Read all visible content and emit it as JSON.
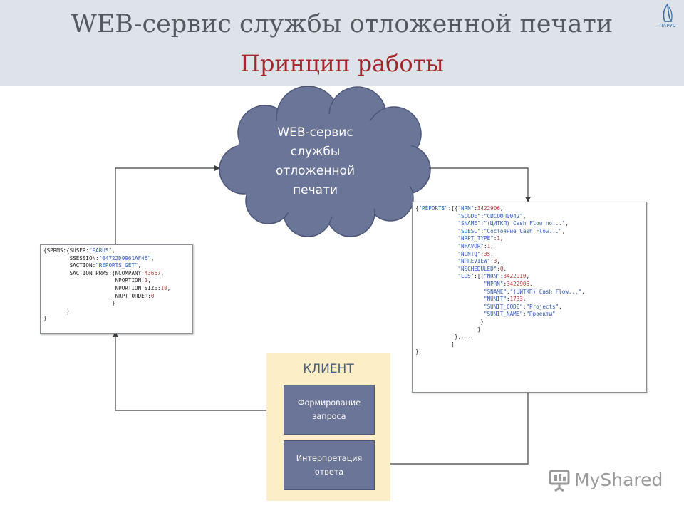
{
  "header": {
    "title": "WEB-сервис службы отложенной печати",
    "subtitle": "Принцип работы",
    "logo_text": "ПАРУС"
  },
  "cloud": {
    "lines": [
      "WEB-сервис",
      "службы",
      "отложенной",
      "печати"
    ]
  },
  "request_box": {
    "lines": [
      "{SPRMS:{SUSER:\"PARUS\",",
      "        SSESSION:\"04722D9961AF46\",",
      "        SACTION:\"REPORTS_GET\",",
      "        SACTION_PRMS:{NCOMPANY:43667,",
      "                      NPORTION:1,",
      "                      NPORTION_SIZE:10,",
      "                      NRPT_ORDER:0",
      "                     }",
      "       }",
      "}"
    ]
  },
  "response_box": {
    "lines": [
      "{\"REPORTS\":[{\"NRN\":3422906,",
      "             \"SCODE\":\"СИСОФП0042\",",
      "             \"SNAME\":\"(ЦИТКП) Cash Flow по...\",",
      "             \"SDESC\":\"Состояние Cash Flow...\",",
      "             \"NRPT_TYPE\":1,",
      "             \"NFAVOR\":1,",
      "             \"NCNTQ\":35,",
      "             \"NPREVIEW\":3,",
      "             \"NSCHEDULED\":0,",
      "             \"LUS\":[{\"NRN\":3422910,",
      "                     \"NPRN\":3422906,",
      "                     \"SNAME\":\"(ЦИТКП) Cash Flow...\",",
      "                     \"NUNIT\":1733,",
      "                     \"SUNIT_CODE\":\"Projects\",",
      "                     \"SUNIT_NAME\":\"Проекты\"",
      "                    }",
      "                   ]",
      "            },...",
      "           ]",
      "}"
    ]
  },
  "client": {
    "title": "КЛИЕНТ",
    "form_request": "Формирование запроса",
    "interpret_response": "Интерпретация ответа"
  },
  "watermark": {
    "text": "MyShared"
  },
  "colors": {
    "header_bg": "#dde3e8",
    "title": "#555a60",
    "subtitle": "#a3262c",
    "cloud_fill": "#6a7598",
    "client_bg": "#fcefc7",
    "client_button": "#6a7598"
  }
}
